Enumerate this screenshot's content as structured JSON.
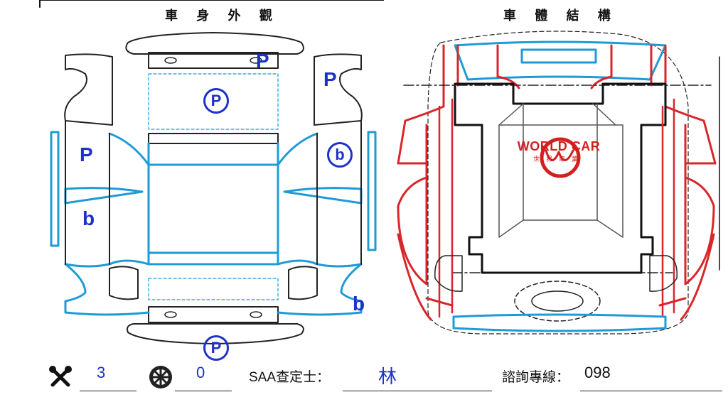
{
  "headers": {
    "body_exterior": "車 身 外 觀",
    "body_structure": "車 體 結 構"
  },
  "marks": {
    "p_plain": "P",
    "p_circled": "P",
    "b_plain": "b",
    "b_circled": "b"
  },
  "logo": {
    "name": "WORLD CAR",
    "sub": "世界車業"
  },
  "footer": {
    "repair_count": "3",
    "wheel_count": "0",
    "inspector_label": "SAA查定士：",
    "inspector_value": "林",
    "hotline_label": "諮詢專線：",
    "hotline_value": "098"
  },
  "colors": {
    "exterior_outline": "#1e9bd7",
    "structure_red": "#d9262a",
    "mark_blue": "#1e32c8"
  },
  "icons": [
    "tools-icon",
    "wheel-icon"
  ]
}
